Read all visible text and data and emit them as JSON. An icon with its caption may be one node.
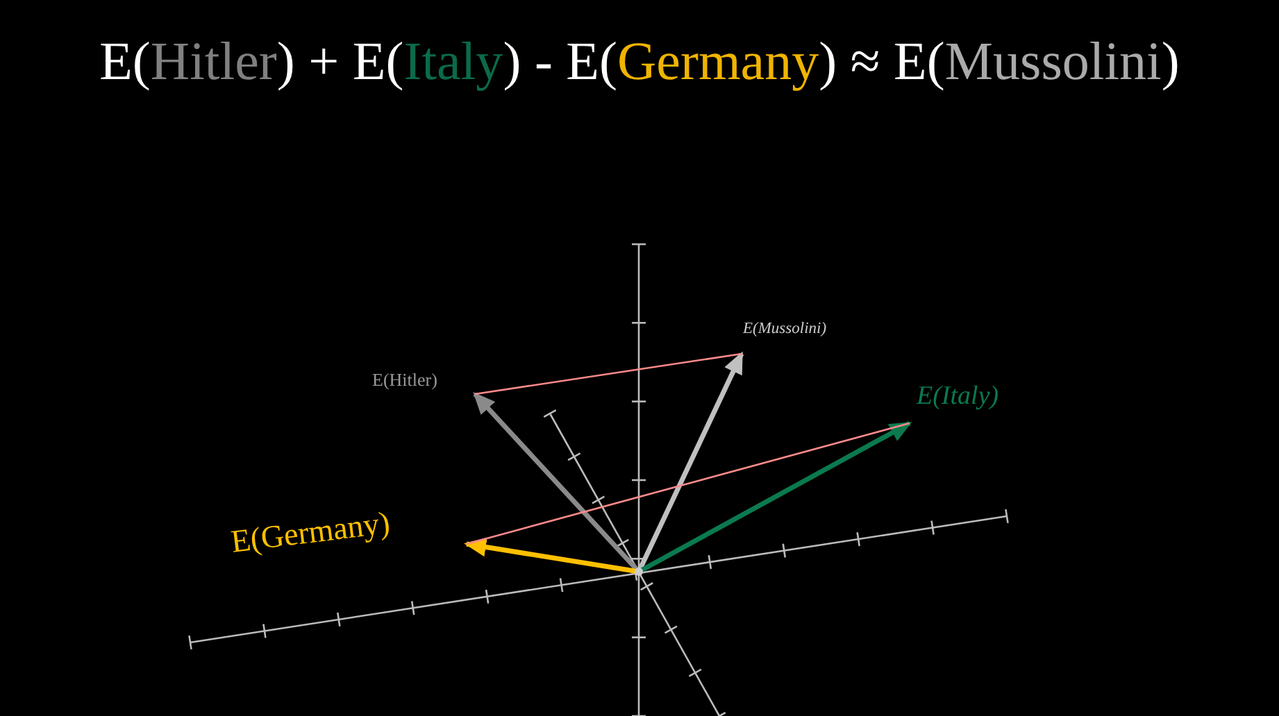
{
  "diagram": {
    "title": "E(Hitler) + E(Italy) - E(Germany) ≈ E(Mussolini)",
    "nodes": [
      {
        "text": [],
        "shape": "point"
      },
      {
        "text": [
          "E(Hitler)"
        ]
      },
      {
        "text": [
          "E(Mussolini)"
        ]
      },
      {
        "text": [
          "E(Italy)"
        ]
      },
      {
        "text": [
          "E(Germany)"
        ]
      }
    ],
    "edges": [
      {
        "from": 0,
        "to": 1,
        "arrow": "to",
        "color": "#8a8a8a"
      },
      {
        "from": 0,
        "to": 2,
        "arrow": "to",
        "color": "#c0c0c0"
      },
      {
        "from": 0,
        "to": 3,
        "arrow": "to",
        "color": "#0b7a4f"
      },
      {
        "from": 0,
        "to": 4,
        "arrow": "to",
        "color": "#ffc000"
      },
      {
        "from": 1,
        "to": 2,
        "arrow": "none",
        "color": "#ff8a8a"
      },
      {
        "from": 4,
        "to": 3,
        "arrow": "none",
        "color": "#ff8a8a"
      }
    ]
  }
}
